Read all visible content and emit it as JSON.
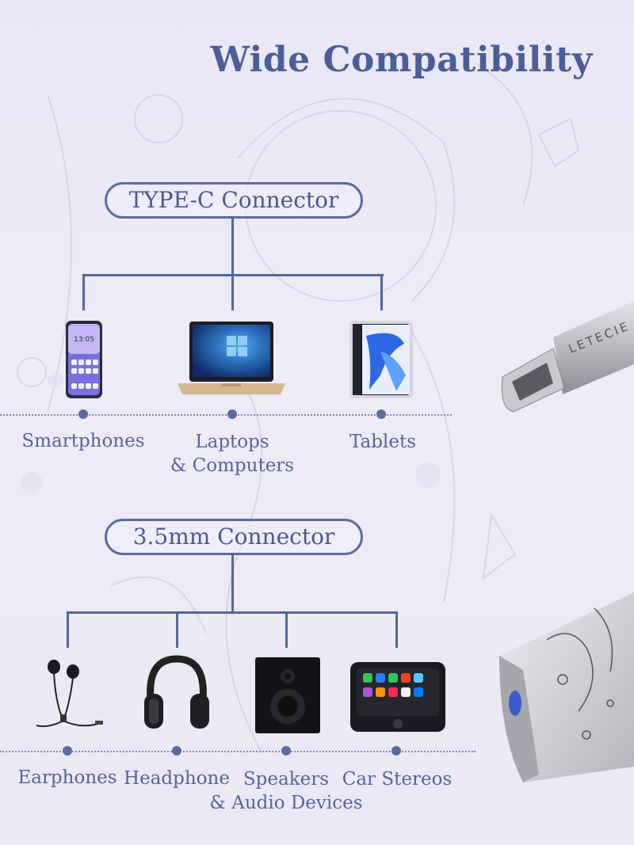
{
  "title": "Wide Compatibility",
  "brand_text": "LETECIE",
  "typec": {
    "connector_label": "TYPE-C Connector",
    "devices": [
      {
        "label": "Smartphones",
        "label2": "",
        "icon": "smartphone-icon"
      },
      {
        "label": "Laptops",
        "label2": "& Computers",
        "icon": "laptop-icon"
      },
      {
        "label": "Tablets",
        "label2": "",
        "icon": "tablet-icon"
      }
    ]
  },
  "audio": {
    "connector_label": "3.5mm Connector",
    "devices": [
      {
        "label": "Earphones",
        "label2": "",
        "icon": "earphones-icon"
      },
      {
        "label": "Headphone",
        "label2": "",
        "icon": "headphone-icon"
      },
      {
        "label": "Speakers",
        "label2": "& Audio Devices",
        "icon": "speaker-icon"
      },
      {
        "label": "Car Stereos",
        "label2": "",
        "icon": "car-stereo-icon"
      }
    ]
  },
  "colors": {
    "accent": "#5b6b9e",
    "title": "#4c5e98",
    "background": "#ebe8f5"
  }
}
